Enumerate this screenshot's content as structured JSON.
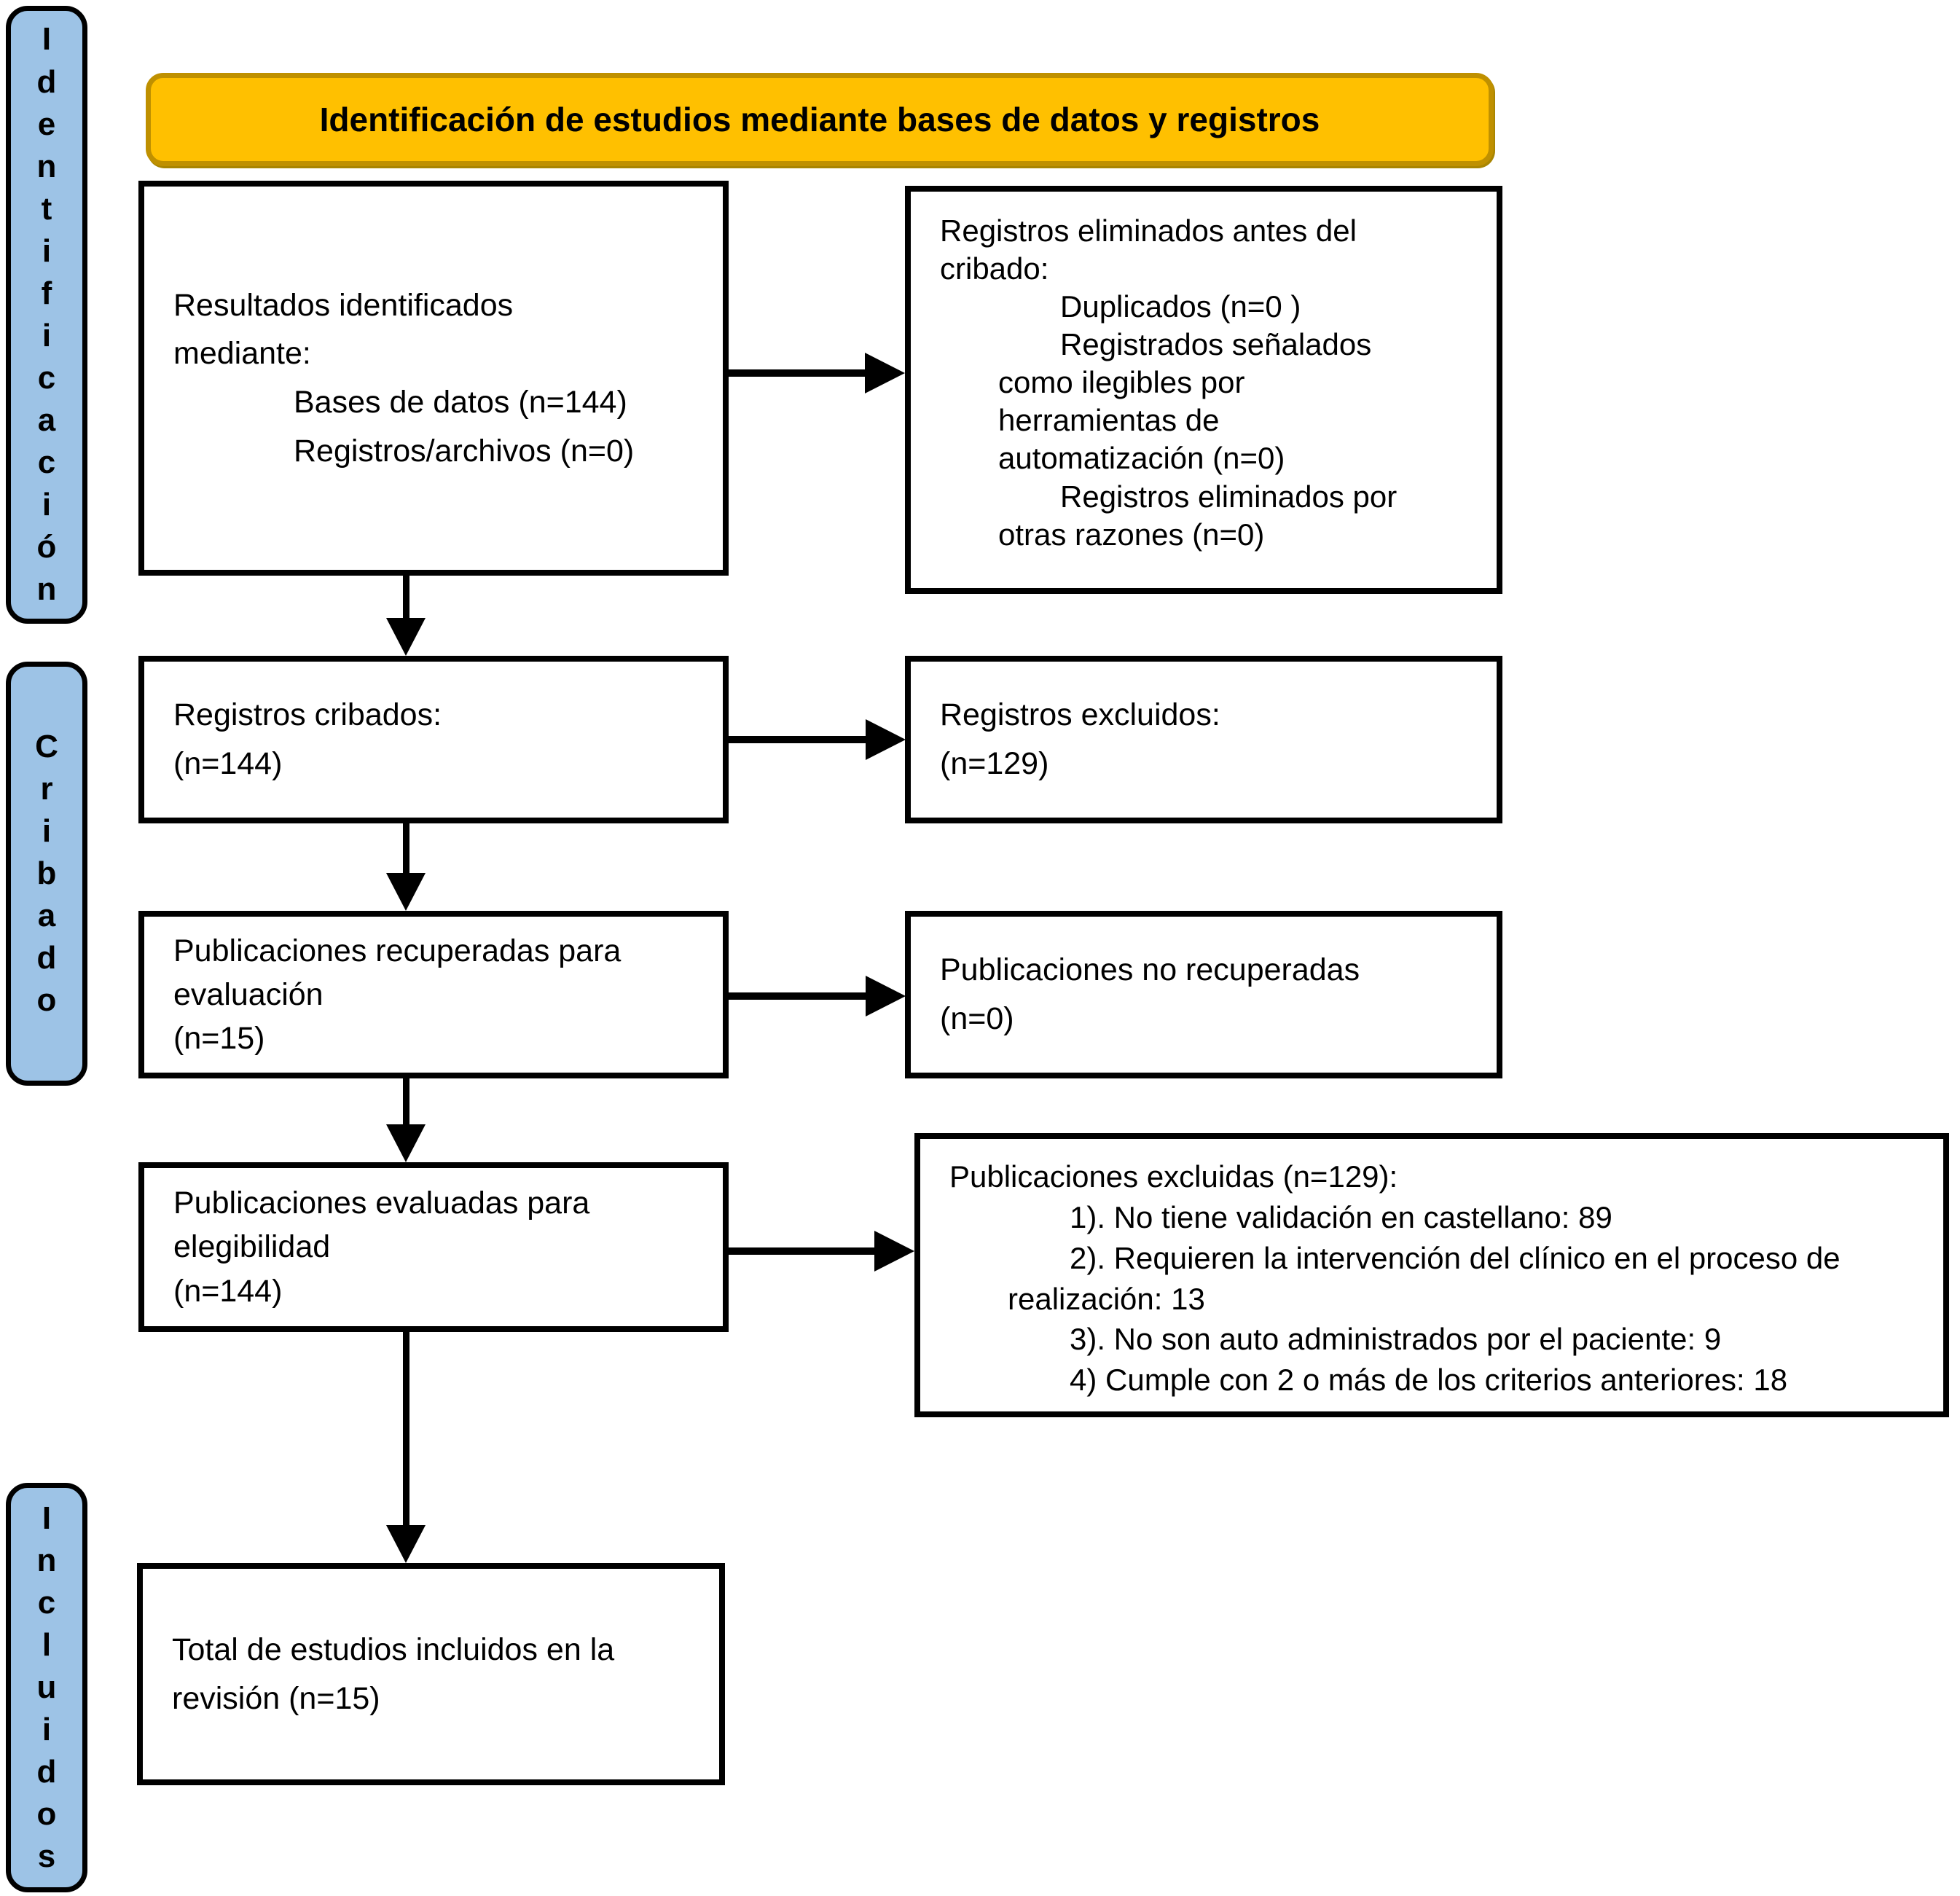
{
  "title": "Identificación de estudios mediante bases de datos y registros",
  "stages": {
    "identification": "Identificación",
    "screening": "Cribado",
    "included": "Incluidos"
  },
  "colors": {
    "banner_fill": "#FFC000",
    "banner_border": "#BF9000",
    "stage_fill": "#9DC3E6",
    "stage_border": "#000000",
    "box_border": "#000000",
    "arrow": "#000000"
  },
  "boxes": {
    "identified": {
      "lines": [
        {
          "text": "Resultados identificados",
          "indent": 0
        },
        {
          "text": "mediante:",
          "indent": 0
        },
        {
          "text": "Bases de datos (n=144)",
          "indent": 2
        },
        {
          "text": "Registros/archivos (n=0)",
          "indent": 2
        }
      ]
    },
    "removed_before_screening": {
      "lines": [
        {
          "text": "Registros eliminados antes del",
          "indent": 0
        },
        {
          "text": "cribado:",
          "indent": 0
        },
        {
          "text": "Duplicados (n=0 )",
          "indent": 2
        },
        {
          "text": "Registrados señalados",
          "indent": 2
        },
        {
          "text": "como ilegibles por",
          "indent": 1
        },
        {
          "text": "herramientas de",
          "indent": 1
        },
        {
          "text": "automatización (n=0)",
          "indent": 1
        },
        {
          "text": "Registros eliminados por",
          "indent": 2
        },
        {
          "text": "otras razones (n=0)",
          "indent": 1
        }
      ]
    },
    "screened": {
      "lines": [
        {
          "text": "Registros cribados:",
          "indent": 0
        },
        {
          "text": "(n=144)",
          "indent": 0
        }
      ]
    },
    "excluded": {
      "lines": [
        {
          "text": "Registros excluidos:",
          "indent": 0
        },
        {
          "text": "(n=129)",
          "indent": 0
        }
      ]
    },
    "retrieved": {
      "lines": [
        {
          "text": "Publicaciones recuperadas para",
          "indent": 0
        },
        {
          "text": "evaluación",
          "indent": 0
        },
        {
          "text": "(n=15)",
          "indent": 0
        }
      ]
    },
    "not_retrieved": {
      "lines": [
        {
          "text": "Publicaciones no recuperadas",
          "indent": 0
        },
        {
          "text": "(n=0)",
          "indent": 0
        }
      ]
    },
    "assessed": {
      "lines": [
        {
          "text": "Publicaciones evaluadas para",
          "indent": 0
        },
        {
          "text": "elegibilidad",
          "indent": 0
        },
        {
          "text": "(n=144)",
          "indent": 0
        }
      ]
    },
    "excluded_reasons": {
      "lines": [
        {
          "text": "Publicaciones excluidas (n=129):",
          "indent": 0
        },
        {
          "text": "1). No tiene validación en castellano: 89",
          "indent": 2
        },
        {
          "text": "2). Requieren la intervención del clínico en el proceso de",
          "indent": 2
        },
        {
          "text": "realización: 13",
          "indent": 1
        },
        {
          "text": "3). No son auto administrados por el paciente: 9",
          "indent": 2
        },
        {
          "text": "4) Cumple con 2 o más de los criterios anteriores: 18",
          "indent": 2
        }
      ]
    },
    "included_total": {
      "lines": [
        {
          "text": "Total de estudios incluidos en la",
          "indent": 0
        },
        {
          "text": "revisión (n=15)",
          "indent": 0
        }
      ]
    }
  }
}
